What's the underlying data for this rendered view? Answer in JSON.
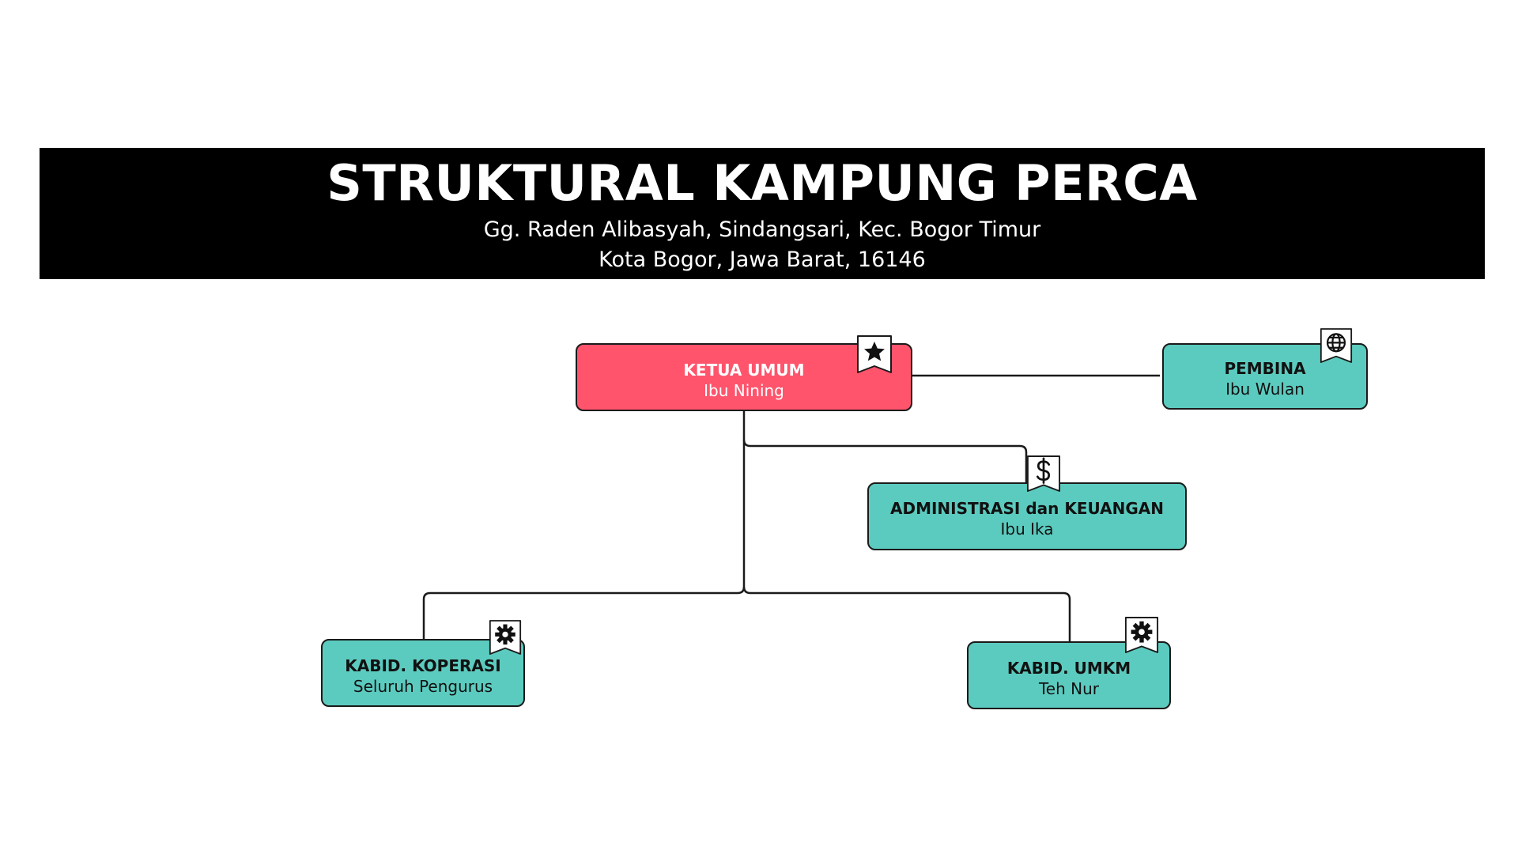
{
  "header": {
    "title": "STRUKTURAL KAMPUNG PERCA",
    "address_line1": "Gg. Raden Alibasyah, Sindangsari, Kec. Bogor Timur",
    "address_line2": "Kota Bogor, Jawa Barat, 16146"
  },
  "colors": {
    "header_background": "#000000",
    "leader_node": "#ff546c",
    "member_node": "#5ccbbf",
    "connector": "#1a1a1a"
  },
  "nodes": {
    "ketua": {
      "role": "KETUA UMUM",
      "person": "Ibu Nining",
      "icon": "star-icon"
    },
    "pembina": {
      "role": "PEMBINA",
      "person": "Ibu Wulan",
      "icon": "globe-icon"
    },
    "admin": {
      "role": "ADMINISTRASI dan KEUANGAN",
      "person": "Ibu Ika",
      "icon": "dollar-icon"
    },
    "koperasi": {
      "role": "KABID. KOPERASI",
      "person": "Seluruh Pengurus",
      "icon": "gear-icon"
    },
    "umkm": {
      "role": "KABID. UMKM",
      "person": "Teh Nur",
      "icon": "gear-icon"
    }
  }
}
